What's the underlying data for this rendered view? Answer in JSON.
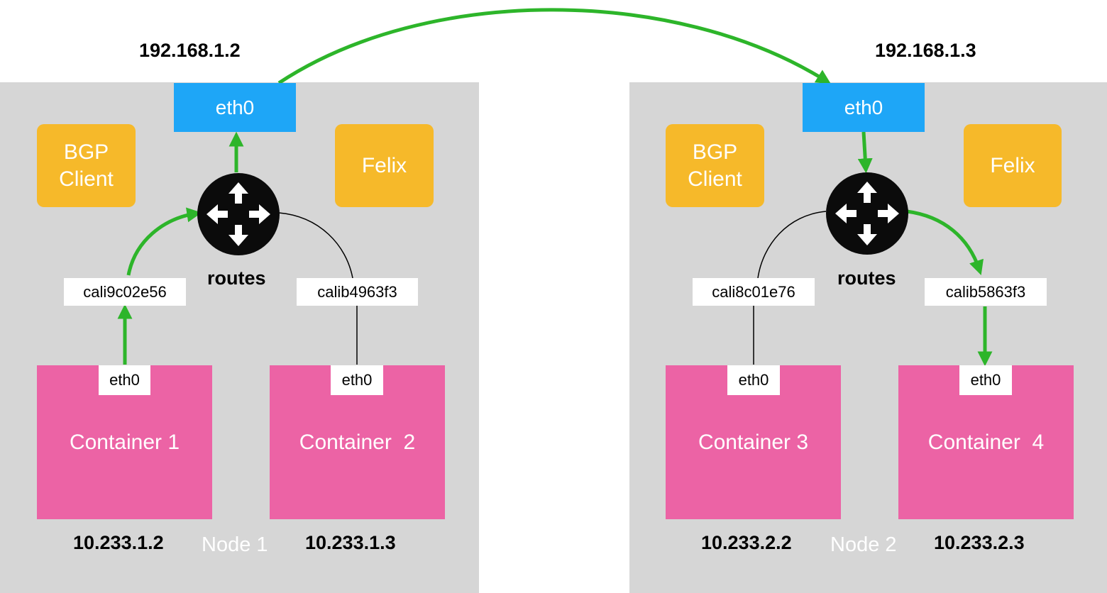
{
  "colors": {
    "node_bg": "#d6d6d6",
    "host_eth": "#1ea6f7",
    "agent": "#f6b92a",
    "container": "#ec63a5",
    "flow_arrow": "#2db52a",
    "link_line": "#000000"
  },
  "nodes": [
    {
      "label": "Node 1",
      "host_ip": "192.168.1.2",
      "host_interface": "eth0",
      "bgp_client": [
        "BGP",
        "Client"
      ],
      "felix": "Felix",
      "router_icon": "router-icon",
      "routes_label": "routes",
      "veths": [
        "cali9c02e56",
        "calib4963f3"
      ],
      "containers": [
        {
          "name": "Container 1",
          "interface": "eth0",
          "ip": "10.233.1.2"
        },
        {
          "name": "Container  2",
          "interface": "eth0",
          "ip": "10.233.1.3"
        }
      ]
    },
    {
      "label": "Node 2",
      "host_ip": "192.168.1.3",
      "host_interface": "eth0",
      "bgp_client": [
        "BGP",
        "Client"
      ],
      "felix": "Felix",
      "router_icon": "router-icon",
      "routes_label": "routes",
      "veths": [
        "cali8c01e76",
        "calib5863f3"
      ],
      "containers": [
        {
          "name": "Container 3",
          "interface": "eth0",
          "ip": "10.233.2.2"
        },
        {
          "name": "Container  4",
          "interface": "eth0",
          "ip": "10.233.2.3"
        }
      ]
    }
  ]
}
